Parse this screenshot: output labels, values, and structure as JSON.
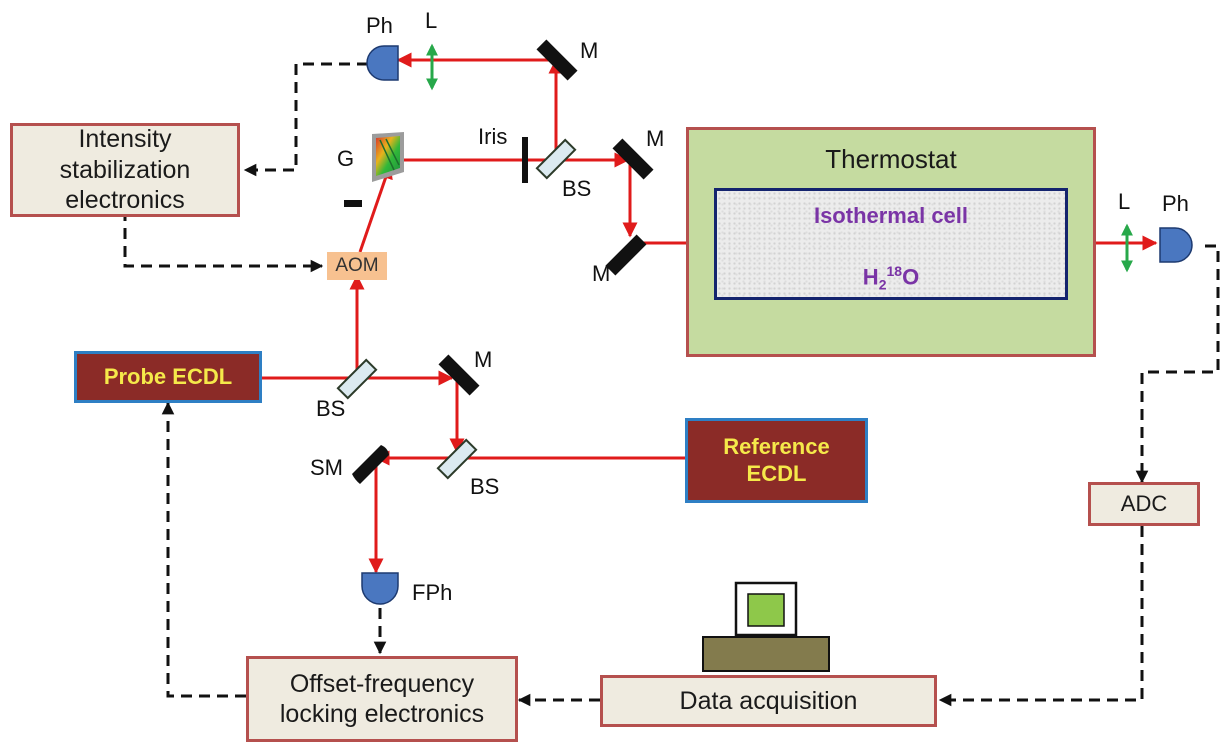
{
  "boxes": {
    "intensity_electronics": "Intensity\nstabilization\nelectronics",
    "aom": "AOM",
    "thermostat": "Thermostat",
    "cell_title": "Isothermal cell",
    "cell_sample_main": "H",
    "cell_sample_sub": "2",
    "cell_sample_sup": "18",
    "cell_sample_tail": "O",
    "probe_ecdl": "Probe ECDL",
    "reference_ecdl": "Reference\nECDL",
    "adc": "ADC",
    "offset_electronics": "Offset-frequency\nlocking electronics",
    "data_acquisition": "Data acquisition"
  },
  "labels": {
    "ph_top": "Ph",
    "l_top": "L",
    "m_top": "M",
    "iris": "Iris",
    "g": "G",
    "bs_top": "BS",
    "m_right_top": "M",
    "m_left_mid": "M",
    "l_right": "L",
    "ph_right": "Ph",
    "m_mid": "M",
    "bs_left": "BS",
    "sm": "SM",
    "bs_bottom": "BS",
    "fph": "FPh"
  },
  "colors": {
    "beam": "#e01b1b",
    "lens": "#27a84a",
    "detector": "#4a77c0",
    "mirror": "#111111",
    "electronics_border": "#b5504e",
    "laser_fill": "#8b2b27",
    "laser_text": "#f5e94a",
    "thermostat_fill": "#c5dba0",
    "cell_text": "#7a34a6",
    "computer_screen": "#8ec84a",
    "computer_base": "#837b4d"
  },
  "icons": [
    "mirror-icon",
    "beam-splitter-icon",
    "photodetector-icon",
    "lens-icon",
    "grating-icon",
    "iris-icon",
    "computer-icon"
  ]
}
